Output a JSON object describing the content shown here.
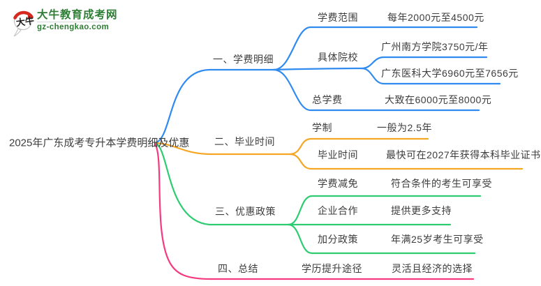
{
  "colors": {
    "branch1": "#2f8bf0",
    "branch2": "#f5a623",
    "branch3": "#2ecc71",
    "branch4": "#f53a80",
    "text": "#3d3d3d",
    "logo_green": "#2e7d35",
    "logo_red": "#d5281e"
  },
  "logo": {
    "title": "大牛教育成考网",
    "domain": "gz-chengkao.com",
    "mark_text": "大牛"
  },
  "root": {
    "title": "2025年广东成考专升本学费明细及优惠"
  },
  "branches": [
    {
      "label": "一、学费明细",
      "children": [
        {
          "label": "学费范围",
          "value": "每年2000元至4500元"
        },
        {
          "label": "具体院校",
          "values": [
            "广州南方学院3750元/年",
            "广东医科大学6960元至7656元"
          ]
        },
        {
          "label": "总学费",
          "value": "大致在6000元至8000元"
        }
      ]
    },
    {
      "label": "二、毕业时间",
      "children": [
        {
          "label": "学制",
          "value": "一般为2.5年"
        },
        {
          "label": "毕业时间",
          "value": "最快可在2027年获得本科毕业证书"
        }
      ]
    },
    {
      "label": "三、优惠政策",
      "children": [
        {
          "label": "学费减免",
          "value": "符合条件的考生可享受"
        },
        {
          "label": "企业合作",
          "value": "提供更多支持"
        },
        {
          "label": "加分政策",
          "value": "年满25岁考生可享受"
        }
      ]
    },
    {
      "label": "四、总结",
      "children": [
        {
          "label": "学历提升途径",
          "value": "灵活且经济的选择"
        }
      ]
    }
  ]
}
